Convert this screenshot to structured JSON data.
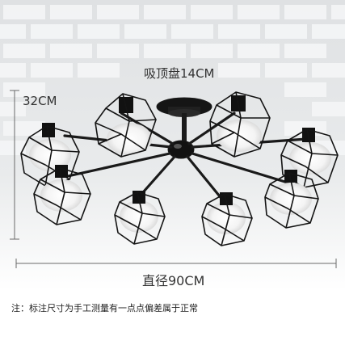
{
  "labels": {
    "canopy": "吸顶盘14CM",
    "height": "32CM",
    "diameter": "直径90CM",
    "note": "注：标注尺寸为手工测量有一点点偏差属于正常"
  },
  "colors": {
    "wall": "#e3e5e7",
    "brick": "#f4f5f6",
    "metal": "#1a1a1a",
    "text": "#333333",
    "dimension": "#6a6a6a"
  }
}
